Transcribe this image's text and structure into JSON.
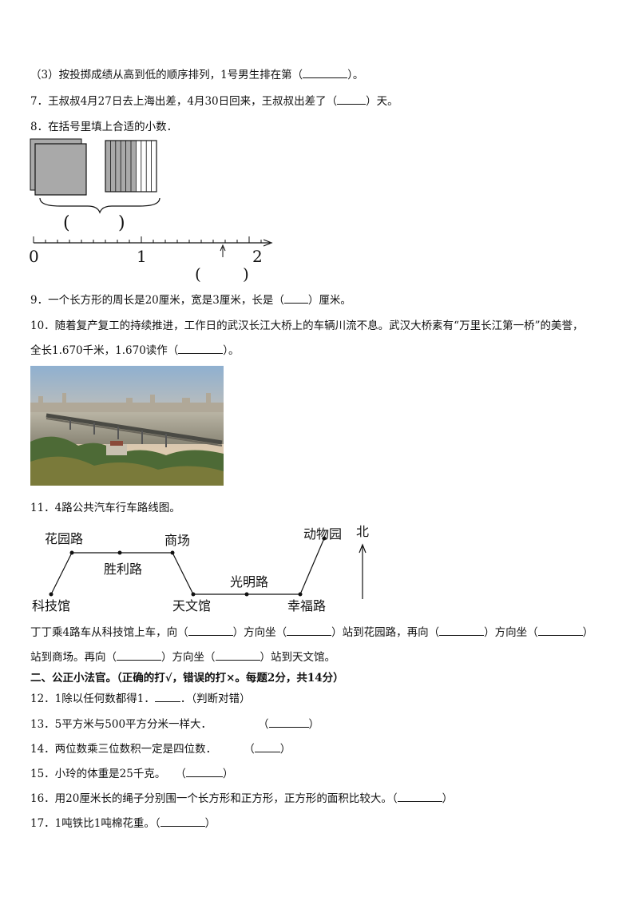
{
  "q6_3": {
    "text_a": "（3）按投掷成绩从高到低的顺序排列，1号男生排在第（",
    "text_b": "）。"
  },
  "q7": {
    "text_a": "7．王叔叔4月27日去上海出差，4月30日回来，王叔叔出差了（",
    "text_b": "）天。"
  },
  "q8": {
    "text": "8．在括号里填上合适的小数．",
    "figure": {
      "paren_left": "(",
      "paren_right": ")",
      "tick_0": "0",
      "tick_1": "1",
      "tick_2": "2",
      "paren2_left": "(",
      "paren2_right": ")"
    }
  },
  "q9": {
    "text_a": "9．一个长方形的周长是20厘米，宽是3厘米，长是（",
    "text_b": "）厘米。"
  },
  "q10": {
    "line1": "10．随着复产复工的持续推进，工作日的武汉长江大桥上的车辆川流不息。武汉大桥素有“万里长江第一桥”的美誉，",
    "line2_a": "全长1.670千米，1.670读作（",
    "line2_b": "）。"
  },
  "q11": {
    "text": "11．4路公共汽车行车路线图。",
    "map": {
      "kejiguan": "科技馆",
      "huayuanlu": "花园路",
      "shenglilu": "胜利路",
      "shangchang": "商场",
      "tianwenguan": "天文馆",
      "guangminglu": "光明路",
      "xingfulu": "幸福路",
      "dongwuyuan": "动物园",
      "north": "北"
    },
    "line1_a": "丁丁乘4路车从科技馆上车，向（",
    "line1_b": "）方向坐（",
    "line1_c": "）站到花园路，再向（",
    "line1_d": "）方向坐（",
    "line1_e": "）",
    "line2_a": "站到商场。再向（",
    "line2_b": "）方向坐（",
    "line2_c": "）站到天文馆。"
  },
  "section2": {
    "title": "二、公正小法官。（正确的打√，错误的打×。每题2分，共14分）"
  },
  "q12": {
    "text_a": "12．1除以任何数都得1．",
    "text_b": "．（判断对错）"
  },
  "q13": {
    "text_a": "13．5平方米与500平方分米一样大．",
    "text_b": "（",
    "text_c": "）"
  },
  "q14": {
    "text_a": "14．两位数乘三位数积一定是四位数．",
    "text_b": "（",
    "text_c": "）"
  },
  "q15": {
    "text_a": "15．小玲的体重是25千克。",
    "text_b": "（",
    "text_c": "）"
  },
  "q16": {
    "text_a": "16．用20厘米长的绳子分别围一个长方形和正方形，正方形的面积比较大。（",
    "text_b": "）"
  },
  "q17": {
    "text_a": "17．1吨铁比1吨棉花重。（",
    "text_b": "）"
  }
}
